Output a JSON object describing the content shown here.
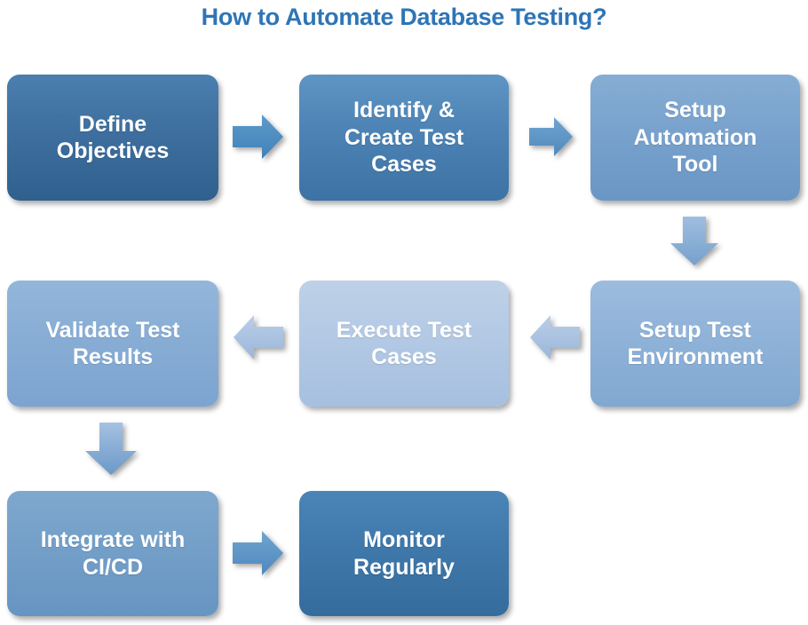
{
  "title": "How to Automate Database Testing?",
  "colors": {
    "title": "#2E75B6",
    "box_darkest": "#2F608E",
    "box_dark": "#3C72A4",
    "box_mid": "#6A96C5",
    "box_light": "#81A8D1",
    "box_lightest": "#A6C0E0",
    "arrow_dark": "#4A8BC4",
    "arrow_mid": "#7FA9D2",
    "arrow_light": "#AFC5E2",
    "background": "#FFFFFF",
    "text": "#FFFFFF"
  },
  "flow": {
    "nodes": [
      {
        "id": "define-objectives",
        "label": "Define\nObjectives",
        "row": 1,
        "order": 1,
        "shade": "shade-1"
      },
      {
        "id": "identify-create-test-cases",
        "label": "Identify &\nCreate Test\nCases",
        "row": 1,
        "order": 2,
        "shade": "shade-2"
      },
      {
        "id": "setup-automation-tool",
        "label": "Setup\nAutomation\nTool",
        "row": 1,
        "order": 3,
        "shade": "shade-3"
      },
      {
        "id": "setup-test-environment",
        "label": "Setup Test\nEnvironment",
        "row": 2,
        "order": 1,
        "shade": "shade-4"
      },
      {
        "id": "execute-test-cases",
        "label": "Execute Test\nCases",
        "row": 2,
        "order": 2,
        "shade": "shade-5"
      },
      {
        "id": "validate-test-results",
        "label": "Validate Test\nResults",
        "row": 2,
        "order": 3,
        "shade": "shade-6"
      },
      {
        "id": "integrate-with-ci-cd",
        "label": "Integrate with\nCI/CD",
        "row": 3,
        "order": 1,
        "shade": "shade-7"
      },
      {
        "id": "monitor-regularly",
        "label": "Monitor\nRegularly",
        "row": 3,
        "order": 2,
        "shade": "shade-8"
      }
    ],
    "connectors": [
      {
        "id": "arrow-define-to-identify",
        "direction": "right",
        "from": "define-objectives",
        "to": "identify-create-test-cases"
      },
      {
        "id": "arrow-identify-to-setup-tool",
        "direction": "right",
        "from": "identify-create-test-cases",
        "to": "setup-automation-tool"
      },
      {
        "id": "arrow-setup-tool-to-setup-env",
        "direction": "down",
        "from": "setup-automation-tool",
        "to": "setup-test-environment"
      },
      {
        "id": "arrow-setup-env-to-execute",
        "direction": "left",
        "from": "setup-test-environment",
        "to": "execute-test-cases"
      },
      {
        "id": "arrow-execute-to-validate",
        "direction": "left",
        "from": "execute-test-cases",
        "to": "validate-test-results"
      },
      {
        "id": "arrow-validate-to-integrate",
        "direction": "down",
        "from": "validate-test-results",
        "to": "integrate-with-ci-cd"
      },
      {
        "id": "arrow-integrate-to-monitor",
        "direction": "right",
        "from": "integrate-with-ci-cd",
        "to": "monitor-regularly"
      }
    ]
  }
}
